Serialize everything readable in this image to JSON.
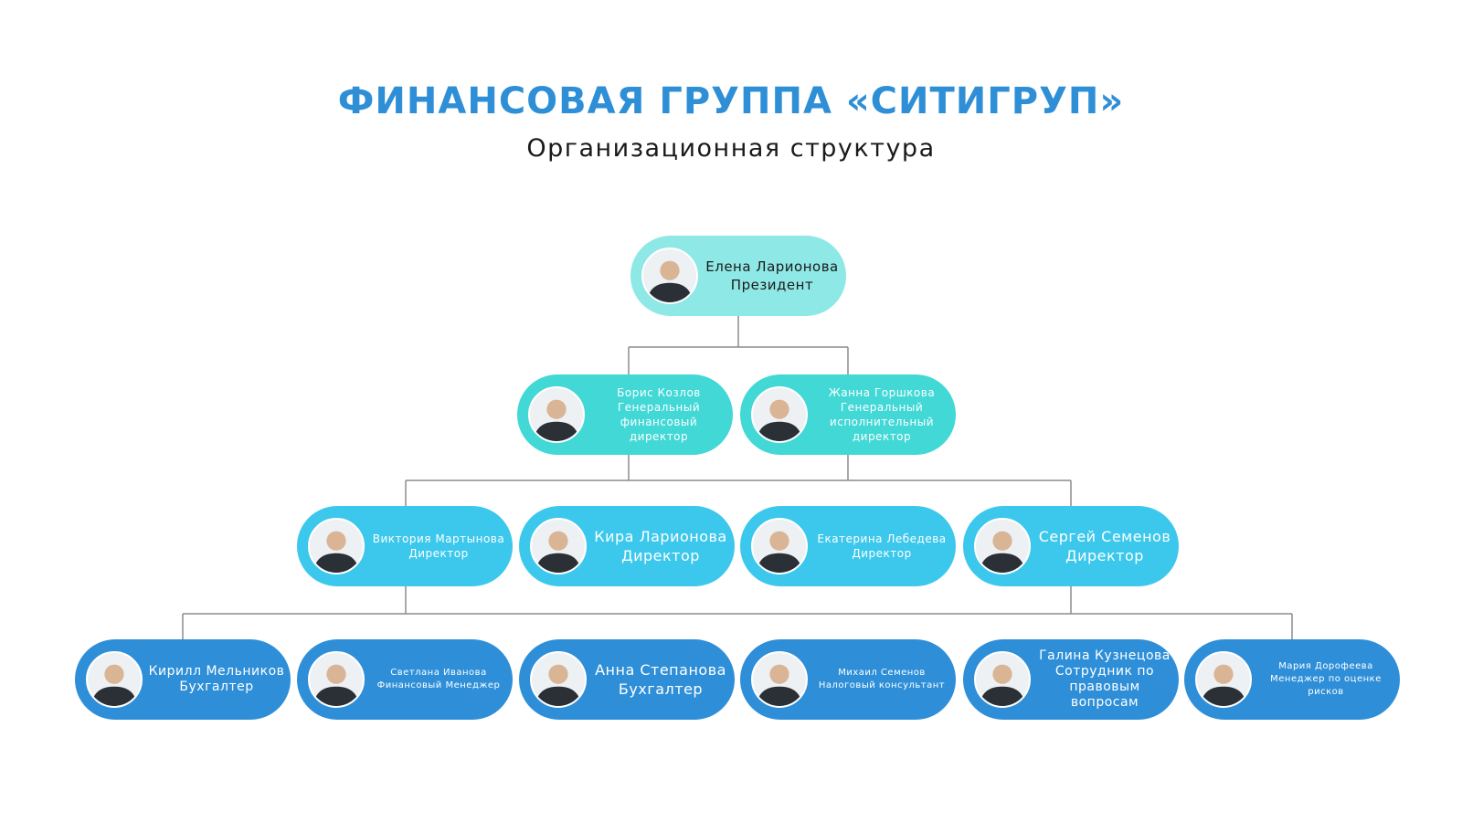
{
  "header": {
    "title": "ФИНАНСОВАЯ ГРУППА «СИТИГРУП»",
    "subtitle": "Организационная структура"
  },
  "colors": {
    "title": "#2f8fd6",
    "level0": "#8ee8e6",
    "level1": "#41d8d6",
    "level2": "#3cc8ec",
    "level3": "#2e8fd8",
    "connector": "#8c8c8c"
  },
  "org": {
    "president": {
      "name": "Елена Ларионова",
      "role": "Президент"
    },
    "level1": [
      {
        "name": "Борис Козлов",
        "role": [
          "Генеральный",
          "финансовый директор"
        ]
      },
      {
        "name": "Жанна Горшкова",
        "role": [
          "Генеральный",
          "исполнительный",
          "директор"
        ]
      }
    ],
    "level2": [
      {
        "name": "Виктория Мартынова",
        "role": "Директор"
      },
      {
        "name": "Кира Ларионова",
        "role": "Директор"
      },
      {
        "name": "Екатерина Лебедева",
        "role": "Директор"
      },
      {
        "name": "Сергей Семенов",
        "role": "Директор"
      }
    ],
    "level3": [
      {
        "name": "Кирилл Мельников",
        "role": "Бухгалтер"
      },
      {
        "name": "Светлана Иванова",
        "role": "Финансовый Менеджер"
      },
      {
        "name": "Анна Степанова",
        "role": "Бухгалтер"
      },
      {
        "name": "Михаил Семенов",
        "role": "Налоговый консультант"
      },
      {
        "name": "Галина Кузнецова",
        "role": [
          "Сотрудник по",
          "правовым вопросам"
        ]
      },
      {
        "name": "Мария Дорофеева",
        "role": [
          "Менеджер по оценке",
          "рисков"
        ]
      }
    ]
  }
}
